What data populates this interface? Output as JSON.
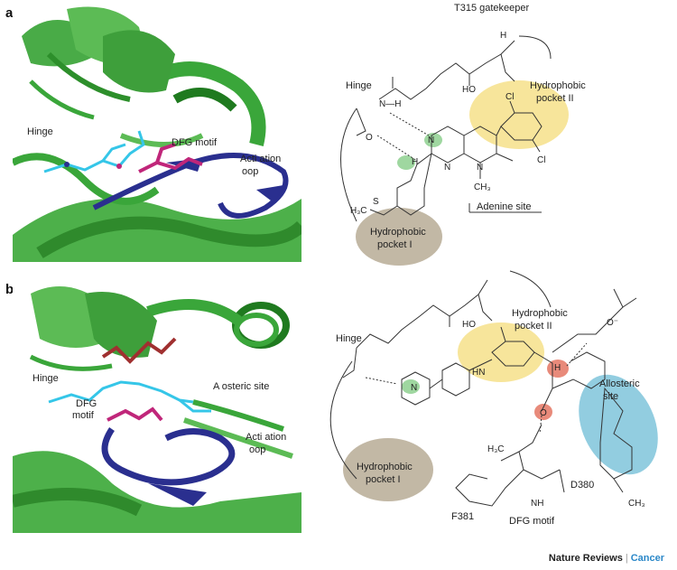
{
  "panel_a": {
    "letter": "a",
    "protein_labels": {
      "hinge": "Hinge",
      "dfg": "DFG motif",
      "activation_1": "Acti    ation",
      "activation_2": "oop"
    },
    "chem_labels": {
      "gatekeeper": "T315 gatekeeper",
      "hinge": "Hinge",
      "pocket2_1": "Hydrophobic",
      "pocket2_2": "pocket II",
      "pocket1_1": "Hydrophobic",
      "pocket1_2": "pocket I",
      "adenine": "Adenine site",
      "cl1": "Cl",
      "cl2": "Cl",
      "nh": "N—H",
      "ho": "HO",
      "ch3": "CH₃",
      "h3cs": "H₃C",
      "s": "S",
      "o": "O",
      "n1": "N",
      "n2": "N",
      "n3": "N",
      "h1": "H",
      "h2": "H"
    }
  },
  "panel_b": {
    "letter": "b",
    "protein_labels": {
      "hinge": "Hinge",
      "dfg_1": "DFG",
      "dfg_2": "motif",
      "allosteric": "A    osteric site",
      "activation_1": "Acti    ation",
      "activation_2": "oop"
    },
    "chem_labels": {
      "hinge": "Hinge",
      "pocket2_1": "Hydrophobic",
      "pocket2_2": "pocket II",
      "pocket1_1": "Hydrophobic",
      "pocket1_2": "pocket I",
      "allosteric_1": "Allosteric",
      "allosteric_2": "site",
      "d380": "D380",
      "f381": "F381",
      "dfg": "DFG motif",
      "ho": "HO",
      "h3c": "H₃C",
      "ch3": "CH₃",
      "o_minus": "O⁻",
      "nh": "NH",
      "hn": "HN",
      "n": "N",
      "o": "O",
      "h": "H"
    }
  },
  "footer": {
    "journal": "Nature Reviews",
    "section": "Cancer"
  },
  "colors": {
    "ribbon_green": "#3aa63a",
    "ribbon_dark": "#1f7a1f",
    "loop_blue": "#2a2f8f",
    "ligand_cyan": "#35c6e8",
    "ligand_magenta": "#c0267a",
    "pocket_yellow": "#f6e08a",
    "pocket_brown": "#b7ac95",
    "allosteric_blue": "#7fc4da",
    "hbond_green": "#9fd7a0",
    "red_highlight": "#e88a7a",
    "accent_cyan": "#2b88c8"
  }
}
